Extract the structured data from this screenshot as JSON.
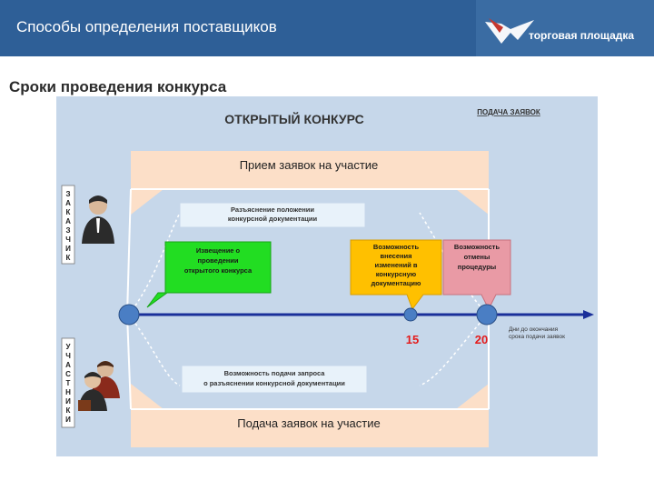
{
  "header": {
    "title": "Способы определения поставщиков",
    "logo_text": "торговая площадка",
    "colors": {
      "background": "#2e5f97",
      "logo_box": "#3a6ca3"
    }
  },
  "slide": {
    "subtitle": "Сроки проведения конкурса"
  },
  "diagram": {
    "title": "ОТКРЫТЫЙ КОНКУРС",
    "corner_label": "ПОДАЧА ЗАЯВОК",
    "top_band": "Прием заявок на участие",
    "bottom_band": "Подача заявок на участие",
    "clarification_top": [
      "Разъяснение положении",
      "конкурсной документации"
    ],
    "clarification_bottom": [
      "Возможность подачи запроса",
      "о разъяснении конкурсной документации"
    ],
    "notice_box": [
      "Извещение о",
      "проведении",
      "открытого конкурса"
    ],
    "changes_box": [
      "Возможность",
      "внесения",
      "изменений в",
      "конкурсную",
      "документацию"
    ],
    "cancel_box": [
      "Возможность",
      "отмены",
      "процедуры"
    ],
    "timeline_label": [
      "Дни до окончания",
      "срока подачи заявок"
    ],
    "marks": [
      "15",
      "20"
    ],
    "customer_label": [
      "З",
      "А",
      "К",
      "А",
      "З",
      "Ч",
      "И",
      "К"
    ],
    "participants_label": [
      "У",
      "Ч",
      "А",
      "С",
      "Т",
      "Н",
      "И",
      "К",
      "И"
    ],
    "colors": {
      "background": "#c6d7ea",
      "band": "#fcdfc8",
      "notice": "#22dd22",
      "changes": "#ffc000",
      "cancel": "#e99aa5",
      "timeline": "#1a2f9a",
      "marks": "#e41a1a",
      "icon_dot": "#4a7ec4"
    }
  }
}
